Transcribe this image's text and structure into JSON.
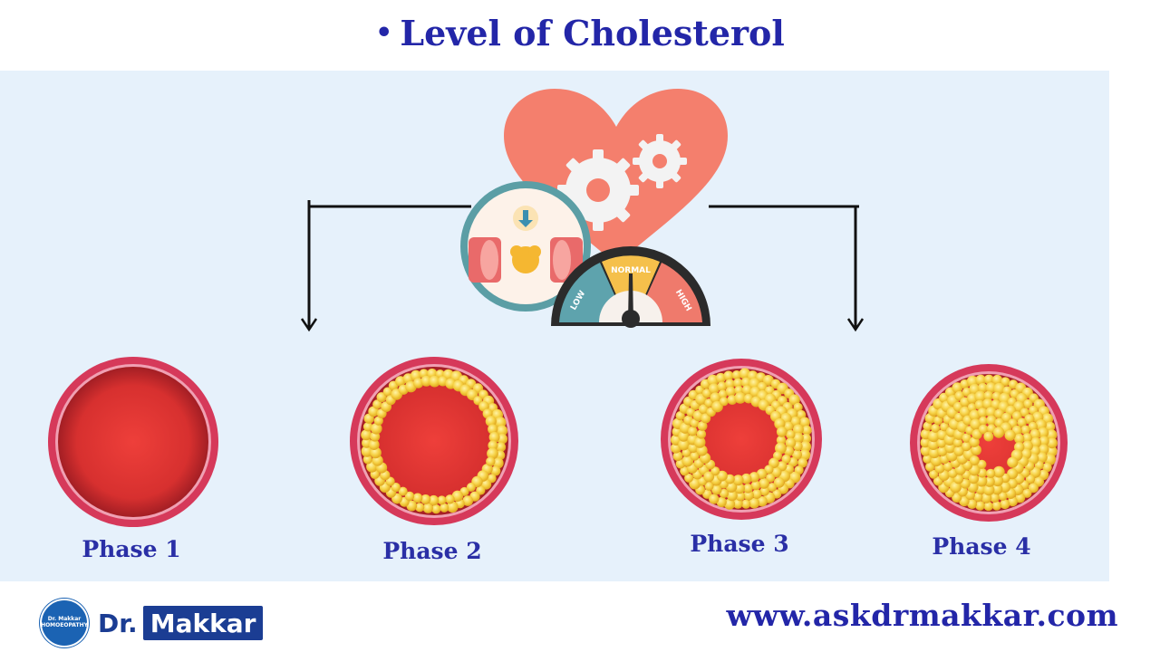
{
  "title": {
    "bullet": "•",
    "text": "Level of  Cholesterol"
  },
  "gauge": {
    "low": "LOW",
    "normal": "NORMAL",
    "high": "HIGH"
  },
  "phases": [
    {
      "label": "Phase 1"
    },
    {
      "label": "Phase 2"
    },
    {
      "label": "Phase 3"
    },
    {
      "label": "Phase 4"
    }
  ],
  "footer": {
    "logo_small_line1": "Dr. Makkar",
    "logo_small_line2": "HOMOEOPATHY",
    "logo_dr": "Dr.",
    "logo_makkar": "Makkar",
    "website": "www.askdrmakkar.com"
  },
  "colors": {
    "title": "#2326a8",
    "panel": "#e6f1fb",
    "artery_ring": "#d6395a",
    "lumen": "#e23a3a",
    "plaque": "#f5cd3c",
    "heart": "#f47f6d"
  }
}
